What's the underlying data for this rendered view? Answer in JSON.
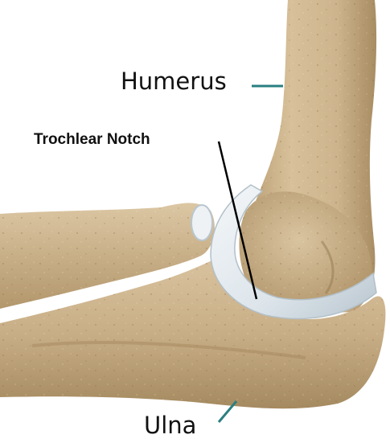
{
  "labels": {
    "humerus": "Humerus",
    "trochlear_notch": "Trochlear Notch",
    "ulna": "Ulna"
  },
  "colors": {
    "bone": "#cdb48d",
    "bone_shadow": "#a98d63",
    "bone_highlight": "#e3d1b1",
    "cartilage": "#e6edf2",
    "cartilage_shadow": "#b9c6cf",
    "leader_line_humerus": "#2a7f80",
    "leader_line_ulna": "#2a7f80",
    "leader_line_notch": "#000000",
    "label_text": "#111111"
  }
}
